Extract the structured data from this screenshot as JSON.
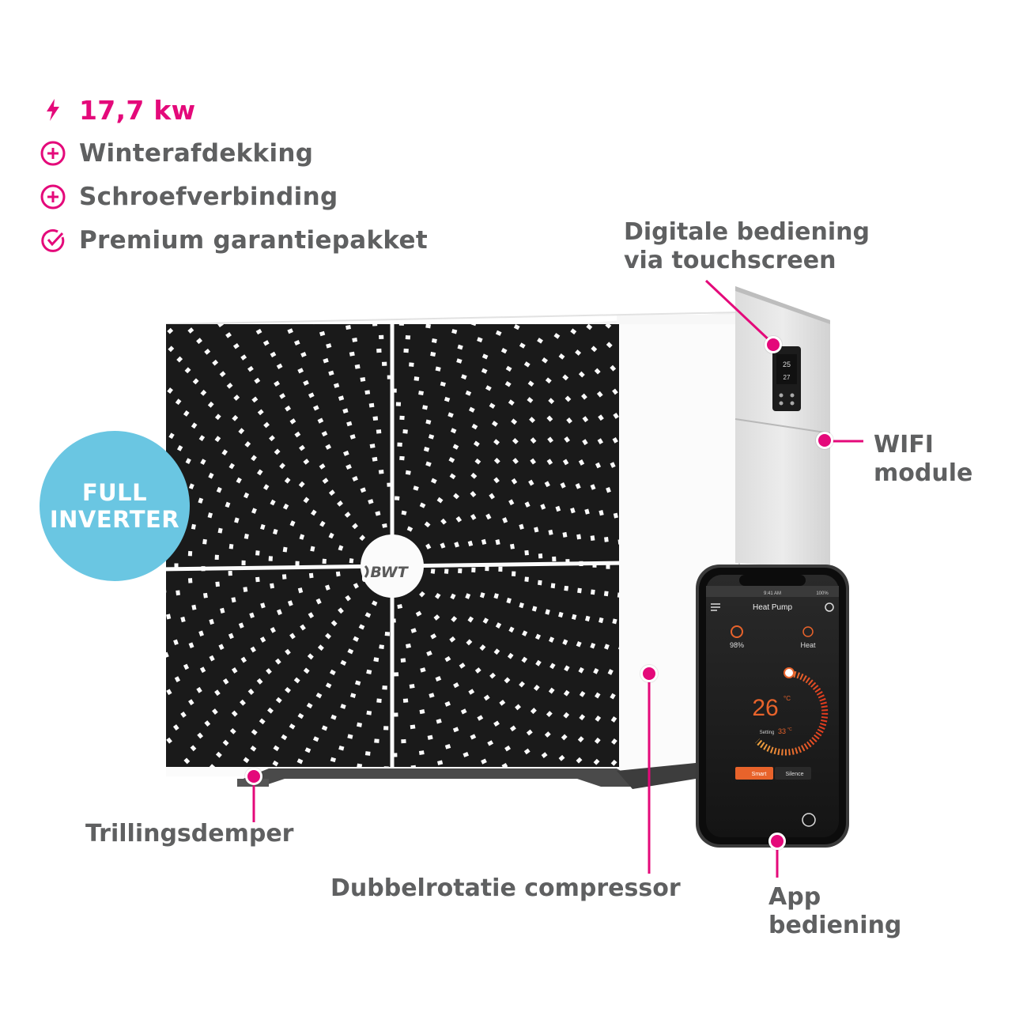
{
  "features": [
    {
      "icon": "lightning-icon",
      "text": "17,7 kw"
    },
    {
      "icon": "plus-circle-icon",
      "text": "Winterafdekking"
    },
    {
      "icon": "plus-circle-icon",
      "text": "Schroefverbinding"
    },
    {
      "icon": "check-circle-icon",
      "text": "Premium garantiepakket"
    }
  ],
  "badge": {
    "line1": "FULL",
    "line2": "INVERTER"
  },
  "callouts": {
    "control_line1": "Digitale bediening",
    "control_line2": "via touchscreen",
    "wifi_line1": "WIFI",
    "wifi_line2": "module",
    "damper": "Trillingsdemper",
    "compressor": "Dubbelrotatie compressor",
    "app_line1": "App",
    "app_line2": "bediening"
  },
  "brand": "BWT",
  "display": {
    "temp_top": "25",
    "temp_bottom": "27"
  },
  "phone": {
    "status_time": "9:41 AM",
    "status_battery": "100%",
    "app_title": "Heat Pump",
    "left_stat": "98%",
    "right_stat": "Heat",
    "temperature": "26",
    "temp_unit": "°C",
    "setting_label": "Setting",
    "setting_value": "33",
    "setting_unit": "°C",
    "mode_smart": "Smart",
    "mode_silence": "Silence"
  },
  "colors": {
    "accent": "#e4097a",
    "badge": "#6ac6e2",
    "text": "#5f6061",
    "app_orange": "#e8632b"
  }
}
